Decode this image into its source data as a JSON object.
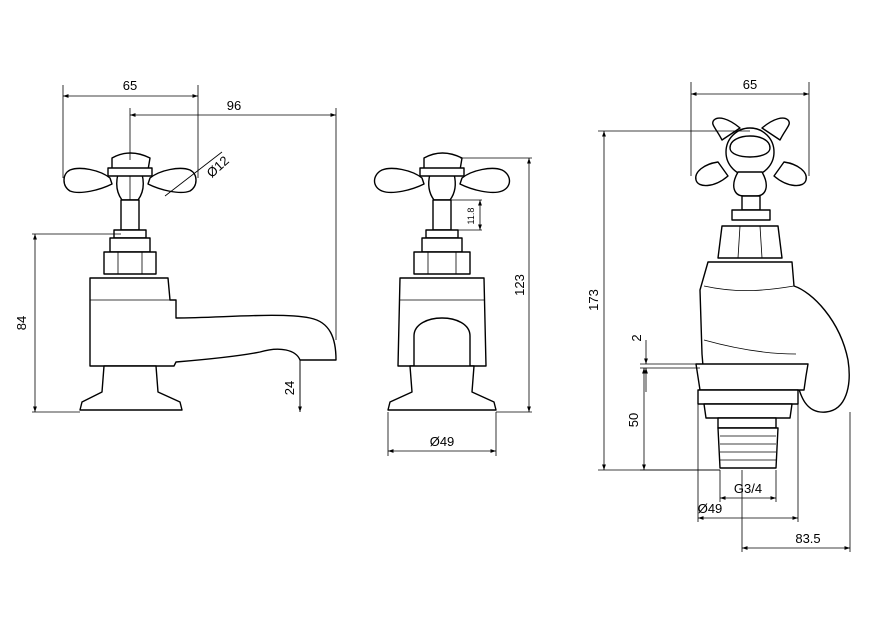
{
  "dimensions": {
    "front_width": "65",
    "front_reach": "96",
    "front_handle_dia": "Ø12",
    "front_height": "84",
    "front_spout_height": "24",
    "side_spindle": "11.8",
    "side_height": "123",
    "side_base_dia": "Ø49",
    "profile_width": "65",
    "profile_total_height": "173",
    "profile_gap": "2",
    "profile_shank_length": "50",
    "profile_thread": "G3/4",
    "profile_base_dia": "Ø49",
    "profile_projection": "83.5"
  }
}
